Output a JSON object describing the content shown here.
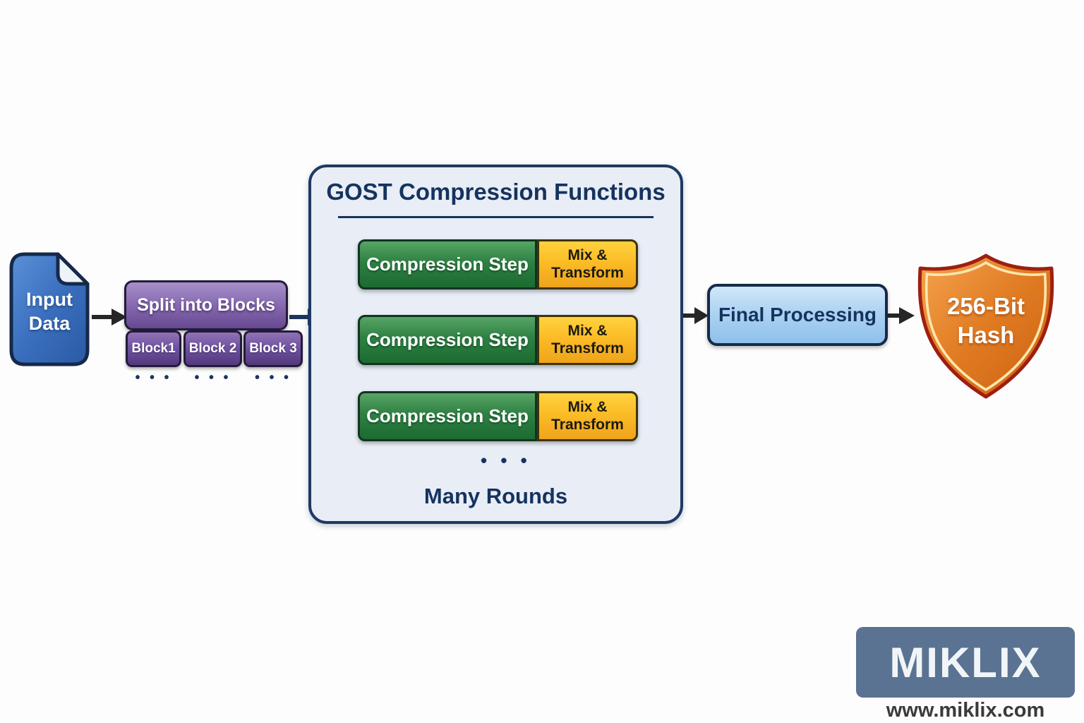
{
  "flow": {
    "input": {
      "label": "Input\nData"
    },
    "split": {
      "label": "Split into Blocks",
      "blocks": [
        "Block1",
        "Block 2",
        "Block 3"
      ],
      "ellipsis": "• • •"
    },
    "gost": {
      "title": "GOST Compression Functions",
      "rows": [
        {
          "step": "Compression Step",
          "mix": "Mix &\nTransform"
        },
        {
          "step": "Compression Step",
          "mix": "Mix &\nTransform"
        },
        {
          "step": "Compression Step",
          "mix": "Mix &\nTransform"
        }
      ],
      "more_dots": "• • •",
      "footer": "Many Rounds"
    },
    "final": {
      "label": "Final Processing"
    },
    "output": {
      "label": "256-Bit\nHash"
    }
  },
  "branding": {
    "logo": "MIKLIX",
    "url": "www.miklix.com"
  },
  "colors": {
    "navy": "#1d3a63",
    "panel_bg": "#e8edf6",
    "green": "#2e8043",
    "amber": "#fbbc26",
    "purple": "#6e51a0",
    "doc_blue": "#3a6fbe",
    "final_blue": "#aed3f2",
    "shield_orange": "#e07b22",
    "shield_border": "#9e1f10",
    "logo_slate": "#5a7392",
    "arrow_dark": "#262626"
  }
}
